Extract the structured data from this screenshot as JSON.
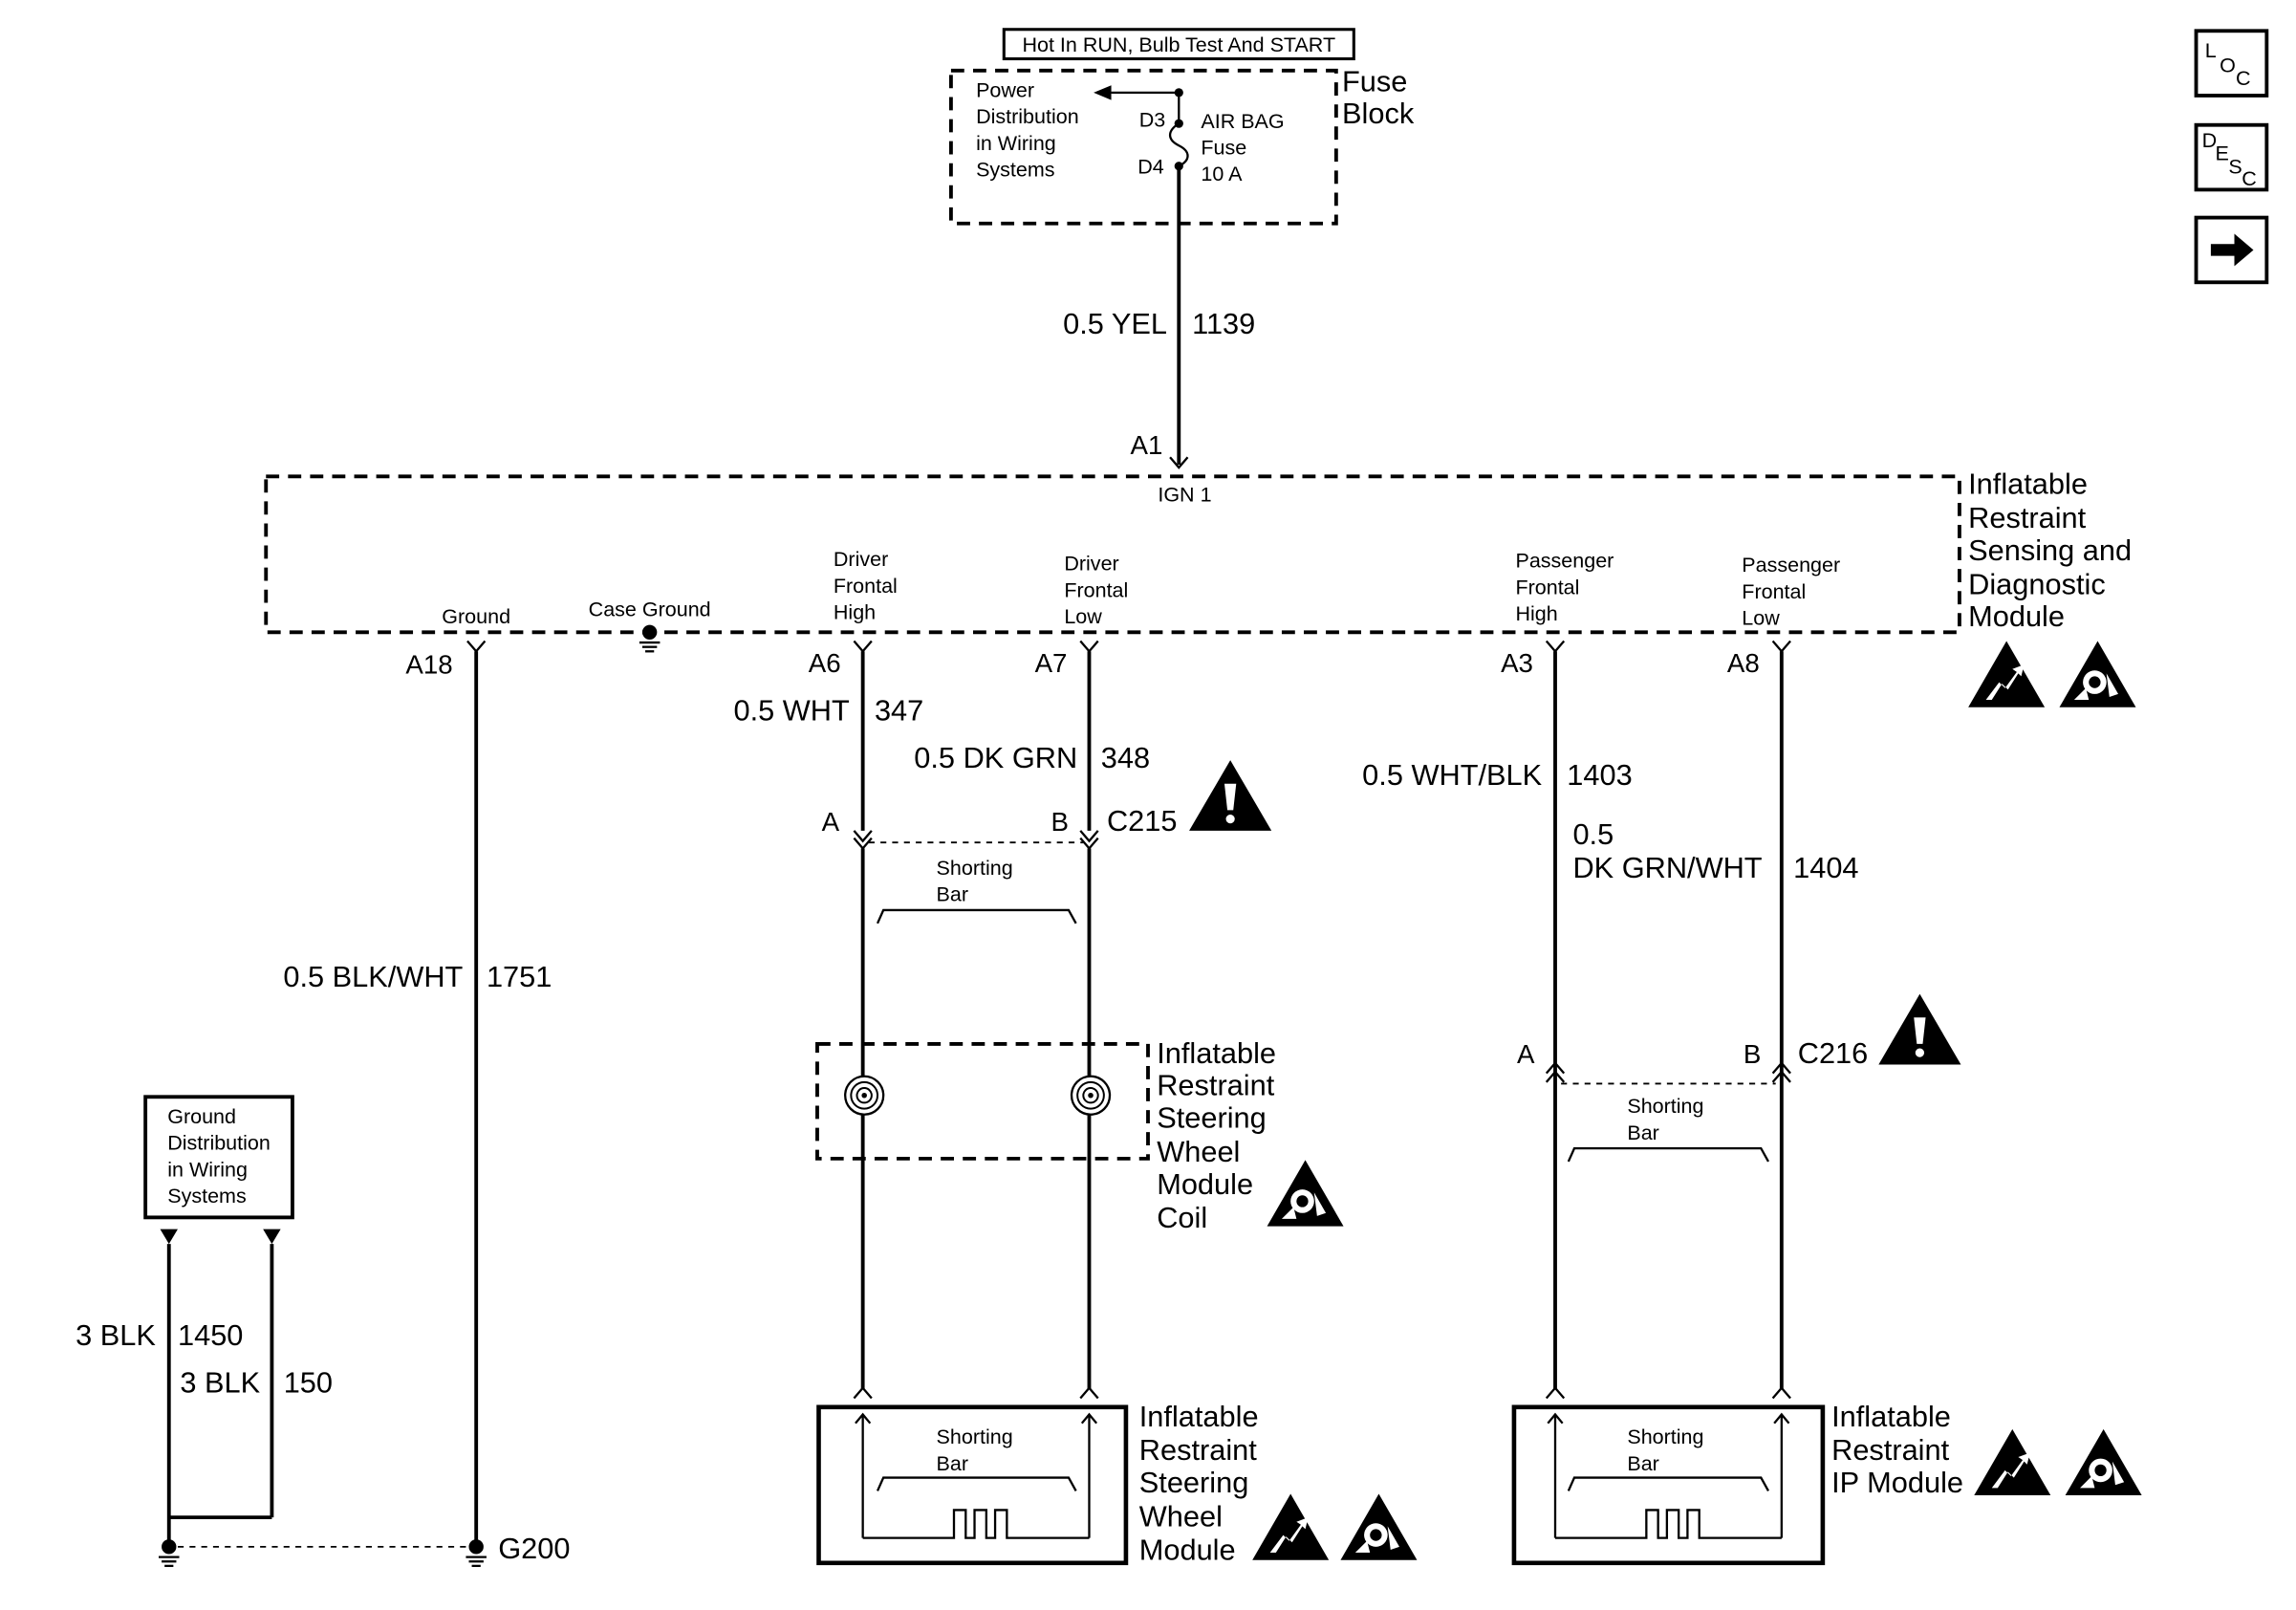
{
  "power": {
    "header": "Hot In RUN, Bulb Test And START",
    "distribution_lines": [
      "Power",
      "Distribution",
      "in Wiring",
      "Systems"
    ],
    "pin_top": "D3",
    "pin_bottom": "D4",
    "fuse_lines": [
      "AIR BAG",
      "Fuse",
      "10 A"
    ],
    "block_lines": [
      "Fuse",
      "Block"
    ]
  },
  "feed_wire": {
    "color": "0.5 YEL",
    "circuit": "1139",
    "pin": "A1"
  },
  "sdm": {
    "name_lines": [
      "Inflatable",
      "Restraint",
      "Sensing and",
      "Diagnostic",
      "Module"
    ],
    "ign_label": "IGN 1",
    "ground_label": "Ground",
    "case_ground_label": "Case Ground",
    "driver_high_lines": [
      "Driver",
      "Frontal",
      "High"
    ],
    "driver_low_lines": [
      "Driver",
      "Frontal",
      "Low"
    ],
    "pass_high_lines": [
      "Passenger",
      "Frontal",
      "High"
    ],
    "pass_low_lines": [
      "Passenger",
      "Frontal",
      "Low"
    ]
  },
  "pins": {
    "a18": "A18",
    "a6": "A6",
    "a7": "A7",
    "a3": "A3",
    "a8": "A8"
  },
  "wires": {
    "w1751": {
      "color": "0.5 BLK/WHT",
      "circuit": "1751"
    },
    "w347": {
      "color": "0.5 WHT",
      "circuit": "347"
    },
    "w348": {
      "color": "0.5 DK GRN",
      "circuit": "348"
    },
    "w1403": {
      "color": "0.5 WHT/BLK",
      "circuit": "1403"
    },
    "w1404": {
      "color_lines": [
        "0.5",
        "DK GRN/WHT"
      ],
      "circuit": "1404"
    },
    "w1450": {
      "color": "3 BLK",
      "circuit": "1450"
    },
    "w150": {
      "color": "3 BLK",
      "circuit": "150"
    }
  },
  "c215": {
    "name": "C215",
    "pin_a": "A",
    "pin_b": "B",
    "shorting_bar_lines": [
      "Shorting",
      "Bar"
    ]
  },
  "c216": {
    "name": "C216",
    "pin_a": "A",
    "pin_b": "B",
    "shorting_bar_lines": [
      "Shorting",
      "Bar"
    ]
  },
  "coil": {
    "name_lines": [
      "Inflatable",
      "Restraint",
      "Steering",
      "Wheel",
      "Module",
      "Coil"
    ]
  },
  "steering_module": {
    "name_lines": [
      "Inflatable",
      "Restraint",
      "Steering",
      "Wheel",
      "Module"
    ],
    "shorting_bar_lines": [
      "Shorting",
      "Bar"
    ]
  },
  "ip_module": {
    "name_lines": [
      "Inflatable",
      "Restraint",
      "IP Module"
    ],
    "shorting_bar_lines": [
      "Shorting",
      "Bar"
    ]
  },
  "ground_dist": {
    "lines": [
      "Ground",
      "Distribution",
      "in Wiring",
      "Systems"
    ]
  },
  "ground_point": "G200",
  "side_buttons": [
    {
      "name": "loc-button",
      "letters": [
        "L",
        "O",
        "C"
      ]
    },
    {
      "name": "desc-button",
      "letters": [
        "D",
        "E",
        "S",
        "C"
      ]
    },
    {
      "name": "next-arrow-button",
      "letters": []
    }
  ],
  "icons": [
    "caution-icon",
    "esd-icon",
    "airbag-icon"
  ],
  "colors": {
    "ink": "#000000",
    "background": "#ffffff"
  }
}
